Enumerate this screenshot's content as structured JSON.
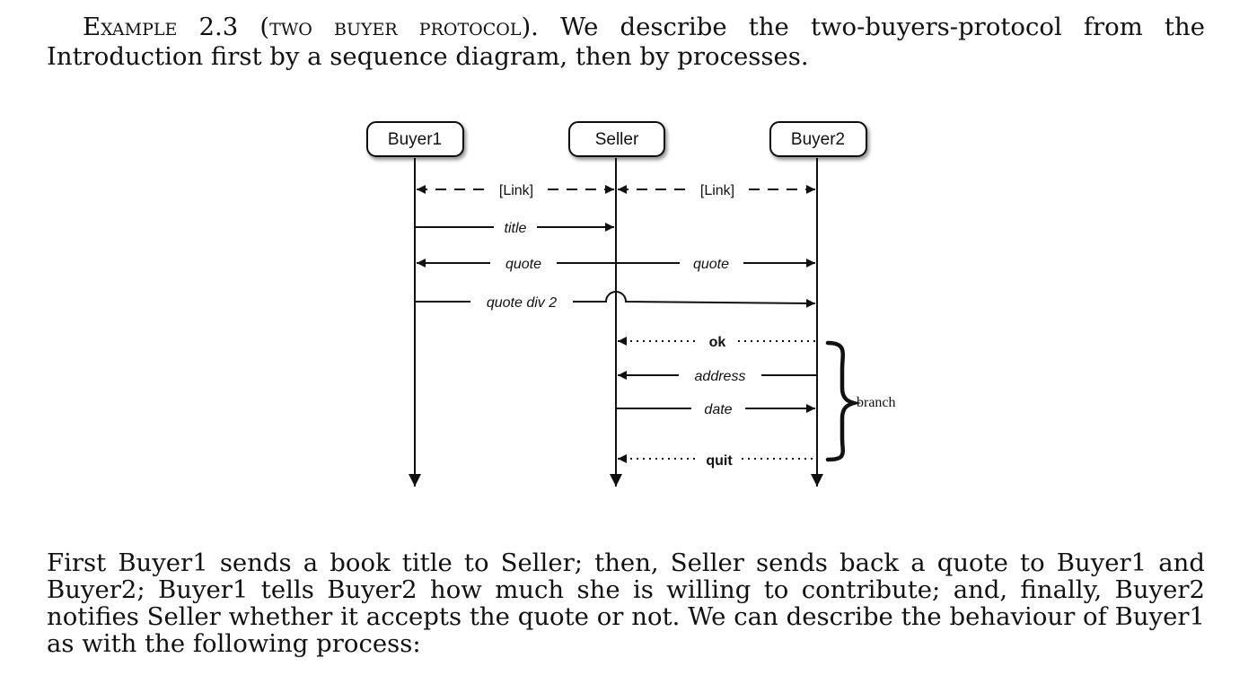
{
  "intro": {
    "example_label": "Example 2.3",
    "example_title": "(two buyer protocol).",
    "text": "We describe the two-buyers-protocol from the Introduction first by a sequence diagram, then by processes."
  },
  "diagram": {
    "participants": [
      "Buyer1",
      "Seller",
      "Buyer2"
    ],
    "messages": [
      {
        "label": "[Link]",
        "from": "Seller",
        "to": "Buyer1",
        "style": "dashed",
        "bidirectional": true
      },
      {
        "label": "[Link]",
        "from": "Seller",
        "to": "Buyer2",
        "style": "dashed",
        "bidirectional": true
      },
      {
        "label": "title",
        "from": "Buyer1",
        "to": "Seller",
        "style": "solid"
      },
      {
        "label": "quote",
        "from": "Seller",
        "to": "Buyer1",
        "style": "solid"
      },
      {
        "label": "quote",
        "from": "Seller",
        "to": "Buyer2",
        "style": "solid"
      },
      {
        "label": "quote div 2",
        "from": "Buyer1",
        "to": "Buyer2",
        "style": "solid"
      },
      {
        "label": "ok",
        "from": "Buyer2",
        "to": "Seller",
        "style": "dotted"
      },
      {
        "label": "address",
        "from": "Buyer2",
        "to": "Seller",
        "style": "solid"
      },
      {
        "label": "date",
        "from": "Seller",
        "to": "Buyer2",
        "style": "solid"
      },
      {
        "label": "quit",
        "from": "Buyer2",
        "to": "Seller",
        "style": "dotted"
      }
    ],
    "branch_label": "branch"
  },
  "paragraph": "First Buyer1 sends a book title to Seller; then, Seller sends back a quote to Buyer1 and Buyer2; Buyer1 tells Buyer2 how much she is willing to contribute; and, finally, Buyer2 notifies Seller whether it accepts the quote or not. We can describe the behaviour of Buyer1 as with the following process:"
}
